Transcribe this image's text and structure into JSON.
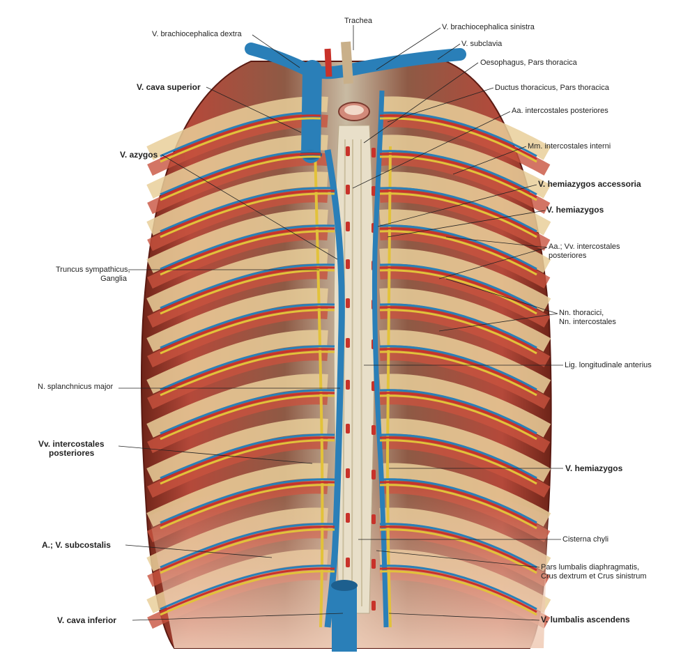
{
  "labels": {
    "trachea": "Trachea",
    "v_brachiocephalica_dextra": "V. brachiocephalica dextra",
    "v_brachiocephalica_sinistra": "V. brachiocephalica sinistra",
    "v_subclavia": "V. subclavia",
    "oesophagus": "Oesophagus, Pars thoracica",
    "ductus_thoracicus": "Ductus thoracicus, Pars thoracica",
    "aa_intercostales_posteriores": "Aa. intercostales posteriores",
    "mm_intercostales_interni": "Mm. intercostales interni",
    "v_hemiazygos_accessoria": "V. hemiazygos accessoria",
    "v_hemiazygos_top": "V. hemiazygos",
    "aa_vv_intercostales_1": "Aa.; Vv. intercostales",
    "aa_vv_intercostales_2": "posteriores",
    "nn_thoracici_1": "Nn. thoracici,",
    "nn_thoracici_2": "Nn. intercostales",
    "lig_longitudinale": "Lig. longitudinale anterius",
    "v_hemiazygos_bottom": "V. hemiazygos",
    "cisterna_chyli": "Cisterna chyli",
    "pars_lumbalis_1": "Pars lumbalis diaphragmatis,",
    "pars_lumbalis_2": "Crus dextrum et Crus sinistrum",
    "v_lumbalis_ascendens": "V. lumbalis ascendens",
    "v_cava_superior": "V. cava superior",
    "v_azygos": "V. azygos",
    "truncus_sympathicus_1": "Truncus sympathicus,",
    "truncus_sympathicus_2": "Ganglia",
    "n_splanchnicus_major": "N. splanchnicus major",
    "vv_intercostales_1": "Vv. intercostales",
    "vv_intercostales_2": "posteriores",
    "a_v_subcostalis": "A.; V. subcostalis",
    "v_cava_inferior": "V. cava inferior"
  },
  "colors": {
    "muscle": "#c8523e",
    "muscle_dark": "#7a2a1e",
    "rib": "#e9cf9a",
    "vein": "#2a7fb8",
    "artery": "#c8322a",
    "nerve": "#e2c23a",
    "ligament": "#e6ddc8",
    "leader": "#222222"
  }
}
